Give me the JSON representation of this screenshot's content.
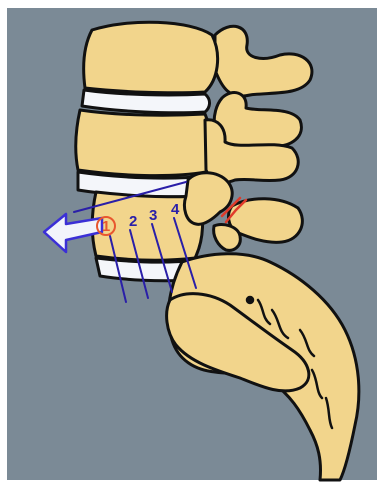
{
  "labels": {
    "circled": "1",
    "l2": "2",
    "l3": "3",
    "l4": "4"
  },
  "colors": {
    "background": "#7b8a96",
    "frame": "#ffffff",
    "bone": "#f2d58c",
    "outline": "#111111",
    "disc": "#f4f6fa",
    "lines": "#2a1fa8",
    "arrow": "#3b2fd6",
    "fracture": "#e03a2a",
    "circle_label": "#e8572f"
  },
  "icons": {
    "arrow": "left-arrow-icon",
    "fracture": "pars-fracture-mark"
  }
}
